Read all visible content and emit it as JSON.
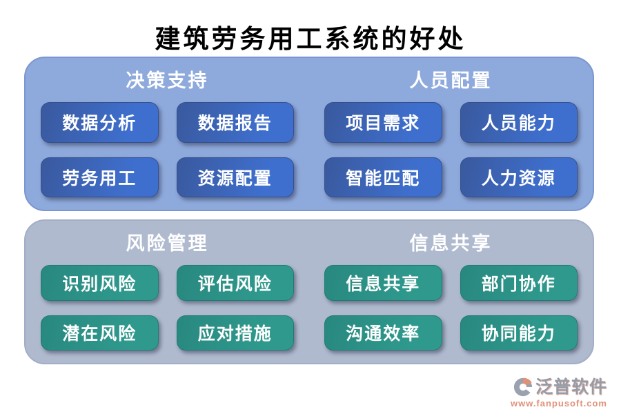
{
  "title": "建筑劳务用工系统的好处",
  "panels": [
    {
      "id": "top",
      "style": "blue",
      "sections": [
        {
          "header": "决策支持",
          "buttons": [
            "数据分析",
            "数据报告",
            "劳务用工",
            "资源配置"
          ]
        },
        {
          "header": "人员配置",
          "buttons": [
            "项目需求",
            "人员能力",
            "智能匹配",
            "人力资源"
          ]
        }
      ]
    },
    {
      "id": "bottom",
      "style": "teal",
      "sections": [
        {
          "header": "风险管理",
          "buttons": [
            "识别风险",
            "评估风险",
            "潜在风险",
            "应对措施"
          ]
        },
        {
          "header": "信息共享",
          "buttons": [
            "信息共享",
            "部门协作",
            "沟通效率",
            "协同能力"
          ]
        }
      ]
    }
  ],
  "logo": {
    "name": "泛普软件",
    "url": "www.fanpusoft.com"
  },
  "colors": {
    "panel_top_bg": "#8ea9db",
    "panel_bottom_bg": "#afbacf",
    "button_blue": "#3e6fce",
    "button_green": "#2d948a",
    "header_text": "#ffffff",
    "title_text": "#000000",
    "logo_accent": "#e0917a",
    "logo_gray": "#959ca9"
  }
}
